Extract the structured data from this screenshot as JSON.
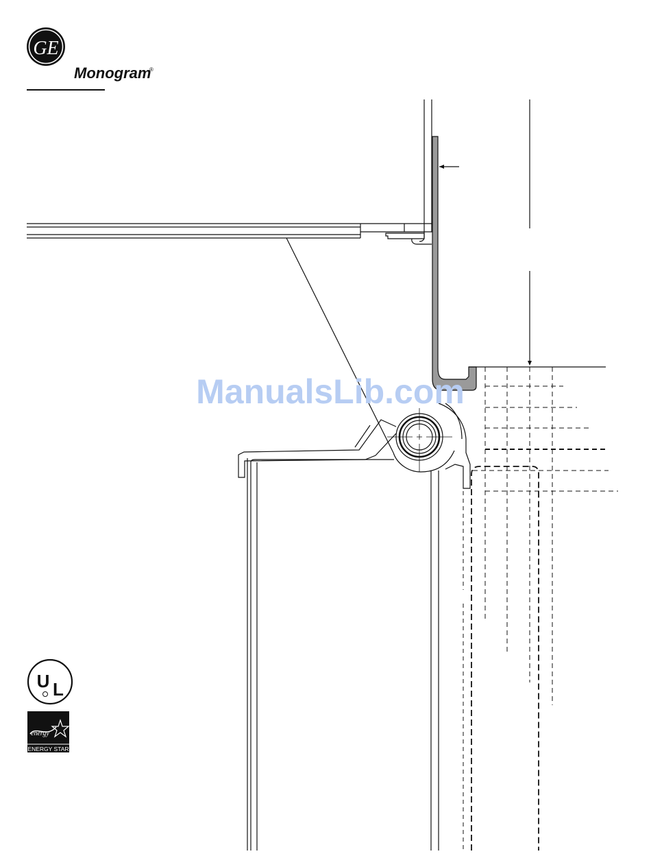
{
  "brand": {
    "logo_monogram": "GE",
    "name": "Monogram",
    "trademark": "®"
  },
  "certifications": {
    "ul_mark": "UL",
    "energy_star_script": "energy",
    "energy_star_label": "ENERGY STAR"
  },
  "watermark": {
    "text": "ManualsLib.com",
    "color": "#b7cdf3"
  },
  "colors": {
    "line": "#111111",
    "panel_fill": "#9a9a9a"
  },
  "icons": [
    "ge-logo-icon",
    "ul-listed-icon",
    "energy-star-icon"
  ]
}
